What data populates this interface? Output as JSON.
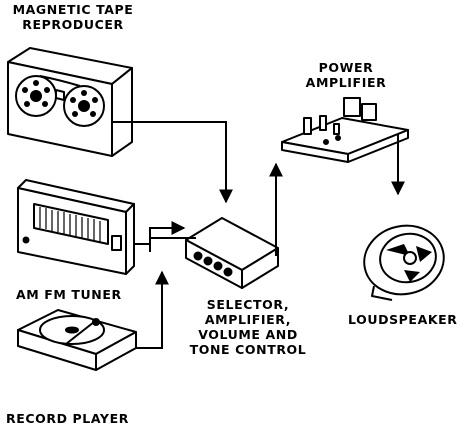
{
  "labels": {
    "tape_line1": "MAGNETIC TAPE",
    "tape_line2": "REPRODUCER",
    "power_line1": "POWER",
    "power_line2": "AMPLIFIER",
    "tuner": "AM FM TUNER",
    "selector_line1": "SELECTOR,",
    "selector_line2": "AMPLIFIER,",
    "selector_line3": "VOLUME AND",
    "selector_line4": "TONE CONTROL",
    "loudspeaker": "LOUDSPEAKER",
    "record_player": "RECORD PLAYER"
  },
  "colors": {
    "ink": "#000000",
    "background": "#ffffff"
  }
}
